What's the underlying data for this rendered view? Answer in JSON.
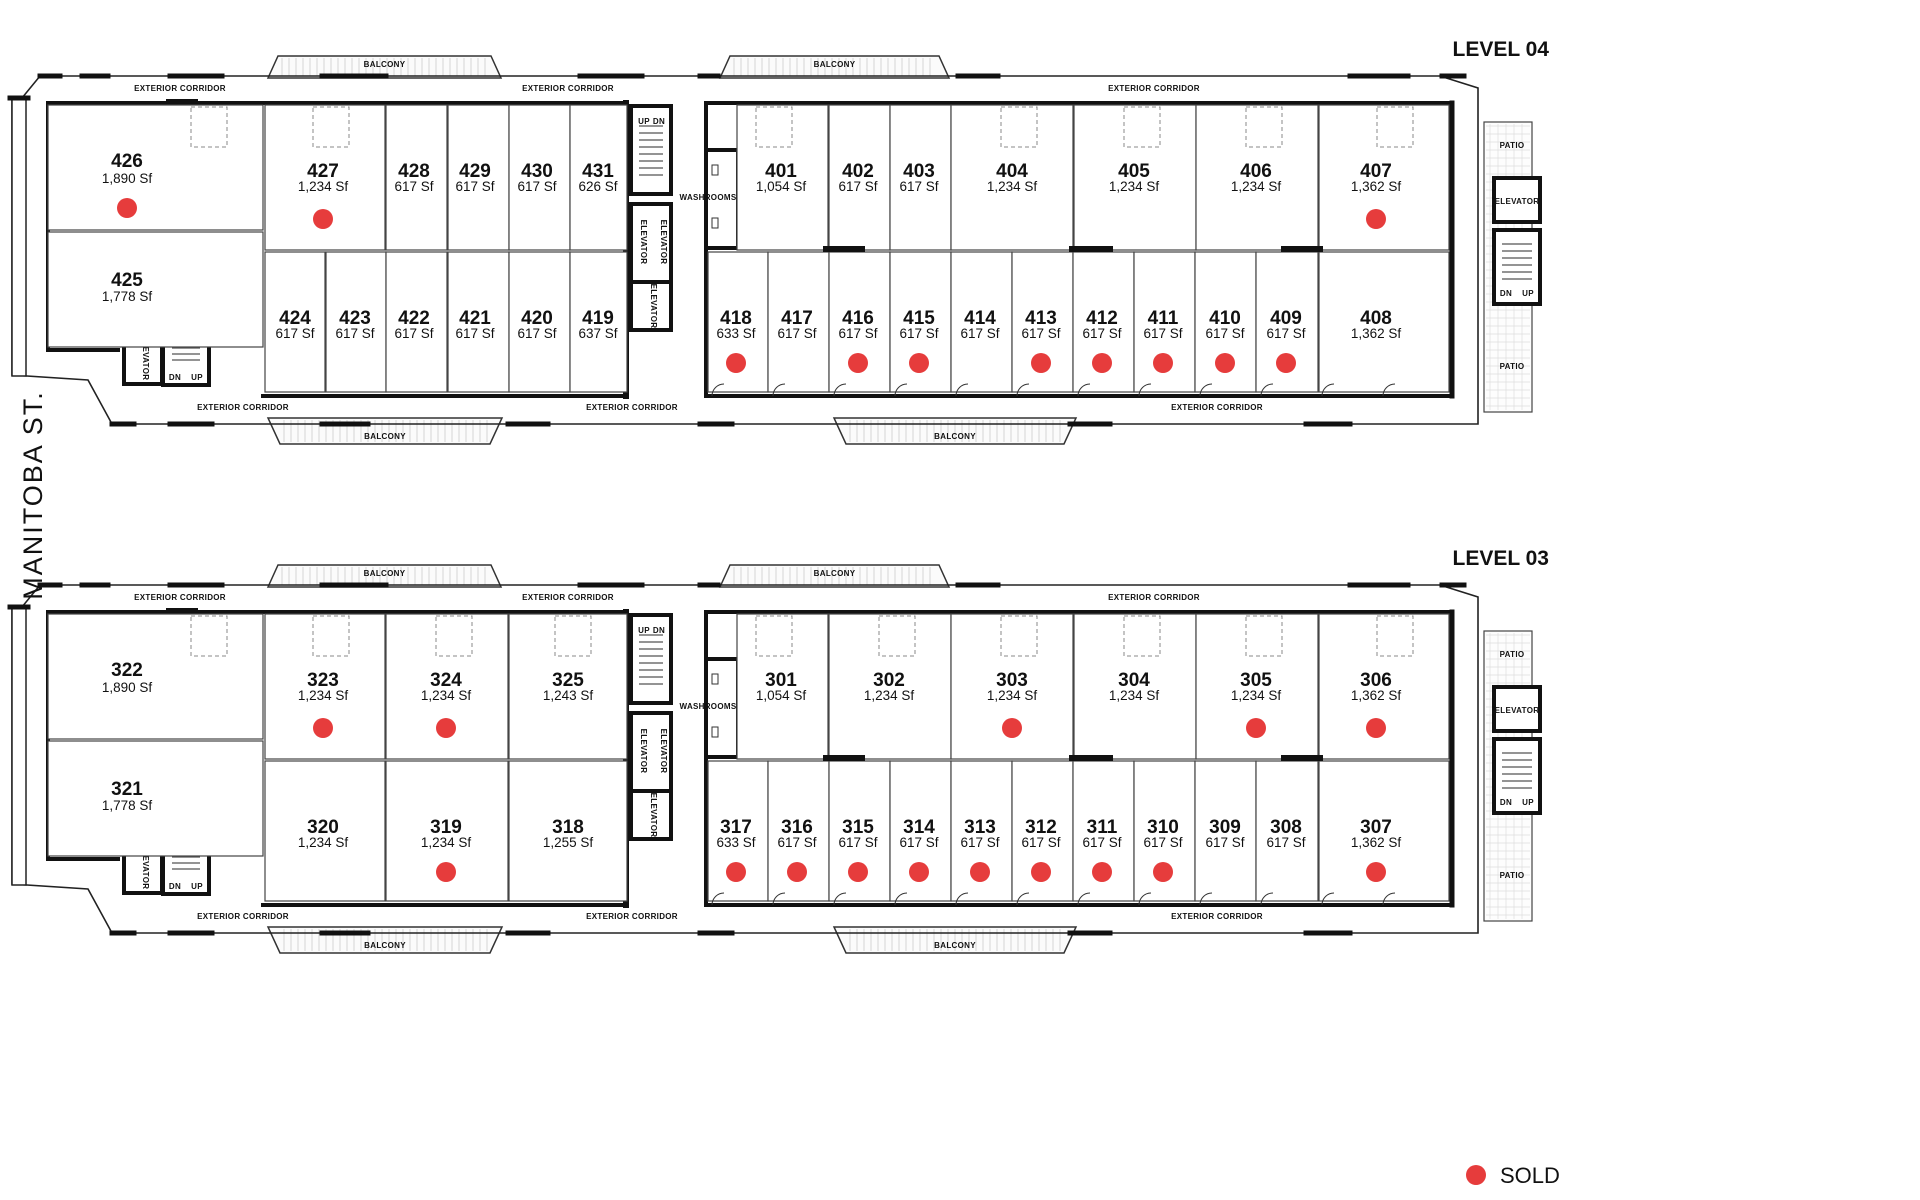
{
  "street_label": "MANITOBA ST.",
  "legend": {
    "label": "SOLD",
    "color": "#e63c3c"
  },
  "labels": {
    "balcony": "BALCONY",
    "exterior_corridor": "EXTERIOR CORRIDOR",
    "washrooms": "WASHROOMS",
    "elevator": "ELEVATOR",
    "patio": "PATIO",
    "up": "UP",
    "dn": "DN"
  },
  "levels": [
    {
      "label": "LEVEL 04",
      "units": [
        {
          "n": "426",
          "a": "1,890 Sf",
          "sold": true
        },
        {
          "n": "425",
          "a": "1,778 Sf",
          "sold": false
        },
        {
          "n": "427",
          "a": "1,234 Sf",
          "sold": true
        },
        {
          "n": "428",
          "a": "617 Sf",
          "sold": false
        },
        {
          "n": "429",
          "a": "617 Sf",
          "sold": false
        },
        {
          "n": "430",
          "a": "617 Sf",
          "sold": false
        },
        {
          "n": "431",
          "a": "626 Sf",
          "sold": false
        },
        {
          "n": "424",
          "a": "617 Sf",
          "sold": false
        },
        {
          "n": "423",
          "a": "617 Sf",
          "sold": false
        },
        {
          "n": "422",
          "a": "617 Sf",
          "sold": false
        },
        {
          "n": "421",
          "a": "617 Sf",
          "sold": false
        },
        {
          "n": "420",
          "a": "617 Sf",
          "sold": false
        },
        {
          "n": "419",
          "a": "637 Sf",
          "sold": false
        },
        {
          "n": "401",
          "a": "1,054 Sf",
          "sold": false
        },
        {
          "n": "402",
          "a": "617 Sf",
          "sold": false
        },
        {
          "n": "403",
          "a": "617 Sf",
          "sold": false
        },
        {
          "n": "404",
          "a": "1,234 Sf",
          "sold": false
        },
        {
          "n": "405",
          "a": "1,234 Sf",
          "sold": false
        },
        {
          "n": "406",
          "a": "1,234 Sf",
          "sold": false
        },
        {
          "n": "407",
          "a": "1,362 Sf",
          "sold": true
        },
        {
          "n": "418",
          "a": "633 Sf",
          "sold": true
        },
        {
          "n": "417",
          "a": "617 Sf",
          "sold": false
        },
        {
          "n": "416",
          "a": "617 Sf",
          "sold": true
        },
        {
          "n": "415",
          "a": "617 Sf",
          "sold": true
        },
        {
          "n": "414",
          "a": "617 Sf",
          "sold": false
        },
        {
          "n": "413",
          "a": "617 Sf",
          "sold": true
        },
        {
          "n": "412",
          "a": "617 Sf",
          "sold": true
        },
        {
          "n": "411",
          "a": "617 Sf",
          "sold": true
        },
        {
          "n": "410",
          "a": "617 Sf",
          "sold": true
        },
        {
          "n": "409",
          "a": "617 Sf",
          "sold": true
        },
        {
          "n": "408",
          "a": "1,362 Sf",
          "sold": false
        }
      ]
    },
    {
      "label": "LEVEL 03",
      "units": [
        {
          "n": "322",
          "a": "1,890 Sf",
          "sold": false
        },
        {
          "n": "321",
          "a": "1,778 Sf",
          "sold": false
        },
        {
          "n": "323",
          "a": "1,234 Sf",
          "sold": true
        },
        {
          "n": "324",
          "a": "1,234 Sf",
          "sold": true
        },
        {
          "n": "325",
          "a": "1,243 Sf",
          "sold": false
        },
        {
          "n": "320",
          "a": "1,234 Sf",
          "sold": false
        },
        {
          "n": "319",
          "a": "1,234 Sf",
          "sold": true
        },
        {
          "n": "318",
          "a": "1,255 Sf",
          "sold": false
        },
        {
          "n": "301",
          "a": "1,054 Sf",
          "sold": false
        },
        {
          "n": "302",
          "a": "1,234 Sf",
          "sold": false
        },
        {
          "n": "303",
          "a": "1,234 Sf",
          "sold": true
        },
        {
          "n": "304",
          "a": "1,234 Sf",
          "sold": false
        },
        {
          "n": "305",
          "a": "1,234 Sf",
          "sold": true
        },
        {
          "n": "306",
          "a": "1,362 Sf",
          "sold": true
        },
        {
          "n": "317",
          "a": "633 Sf",
          "sold": true
        },
        {
          "n": "316",
          "a": "617 Sf",
          "sold": true
        },
        {
          "n": "315",
          "a": "617 Sf",
          "sold": true
        },
        {
          "n": "314",
          "a": "617 Sf",
          "sold": true
        },
        {
          "n": "313",
          "a": "617 Sf",
          "sold": true
        },
        {
          "n": "312",
          "a": "617 Sf",
          "sold": true
        },
        {
          "n": "311",
          "a": "617 Sf",
          "sold": true
        },
        {
          "n": "310",
          "a": "617 Sf",
          "sold": true
        },
        {
          "n": "309",
          "a": "617 Sf",
          "sold": false
        },
        {
          "n": "308",
          "a": "617 Sf",
          "sold": false
        },
        {
          "n": "307",
          "a": "1,362 Sf",
          "sold": true
        }
      ]
    }
  ]
}
